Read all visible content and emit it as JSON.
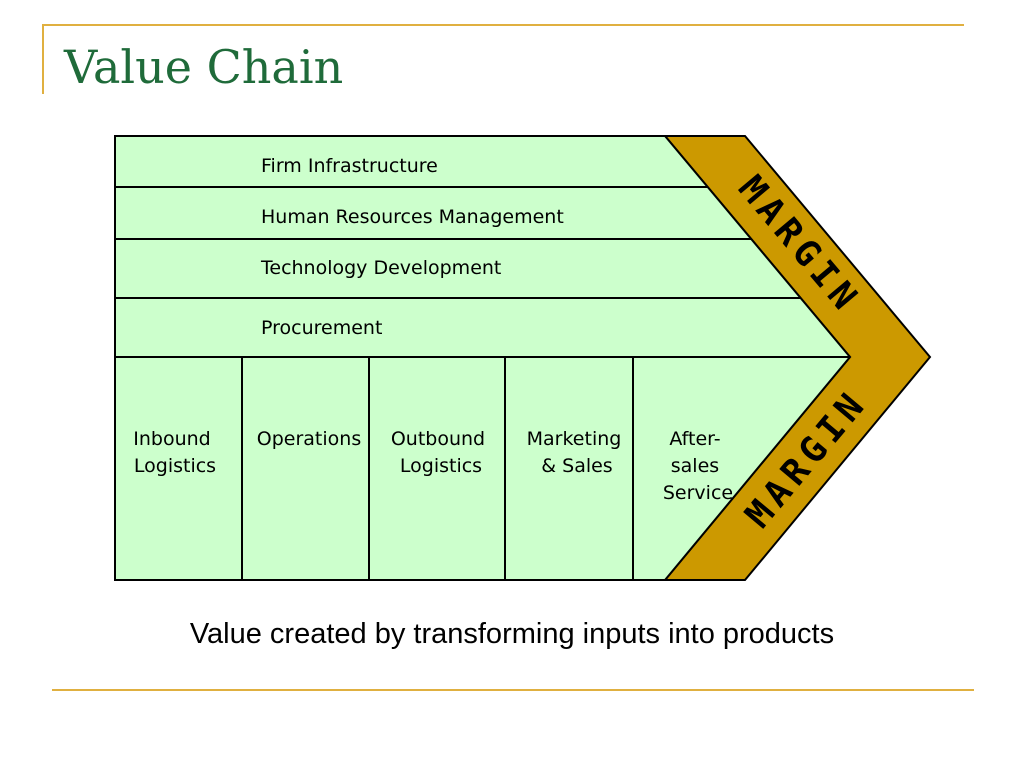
{
  "title": "Value Chain",
  "support_activities": [
    "Firm Infrastructure",
    "Human Resources Management",
    "Technology Development",
    "Procurement"
  ],
  "primary_activities": [
    [
      "Inbound",
      "Logistics"
    ],
    [
      "Operations"
    ],
    [
      "Outbound",
      "Logistics"
    ],
    [
      "Marketing",
      "& Sales"
    ],
    [
      "After-",
      "sales",
      "Service"
    ]
  ],
  "margin_top": "MARGIN",
  "margin_bottom": "MARGIN",
  "caption": "Value created by transforming inputs into products",
  "colors": {
    "activity_fill": "#ccffcc",
    "margin_fill": "#cc9900",
    "title": "#1f6b3a",
    "accent_rule": "#e0b040"
  }
}
